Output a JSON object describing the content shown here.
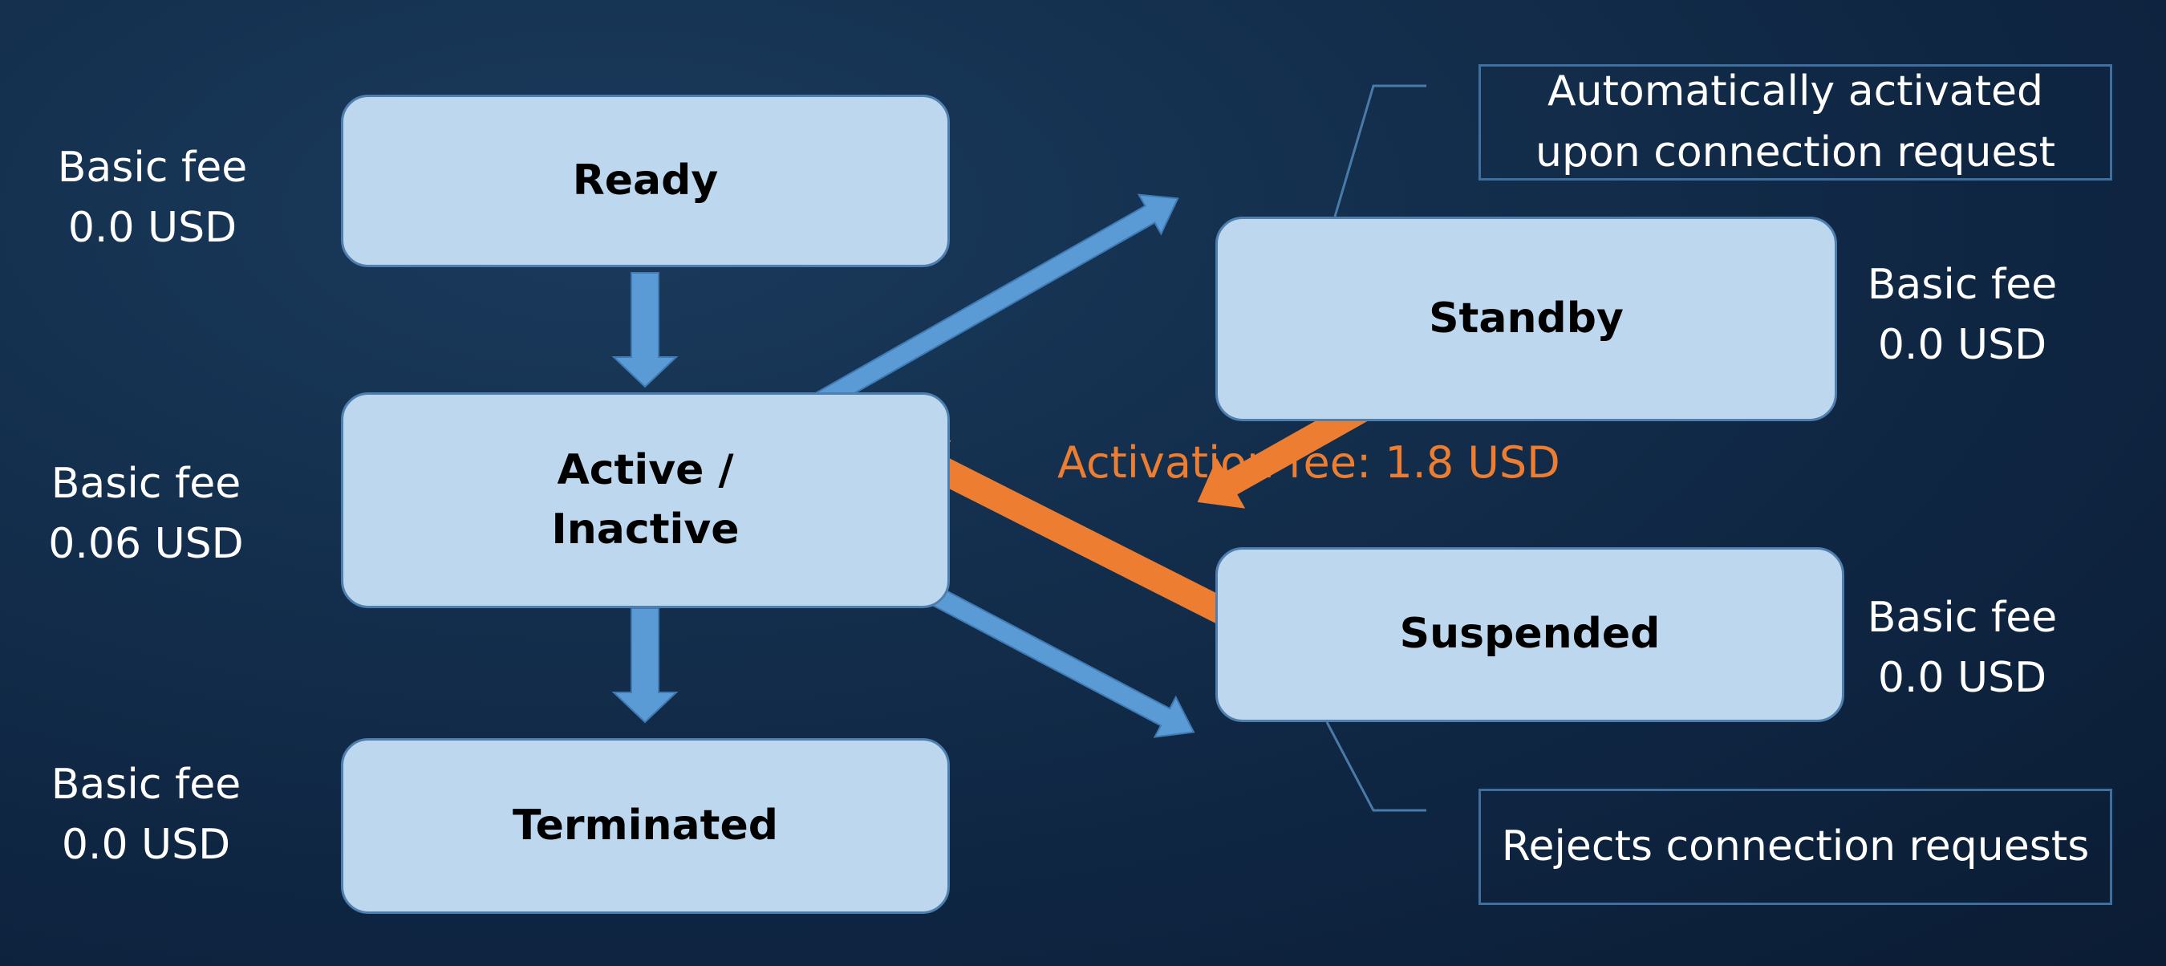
{
  "states": {
    "ready": {
      "label": "Ready",
      "fee_label": "Basic fee",
      "fee_value": "0.0 USD"
    },
    "active": {
      "label_line1": "Active /",
      "label_line2": "Inactive",
      "fee_label": "Basic fee",
      "fee_value": "0.06 USD"
    },
    "terminated": {
      "label": "Terminated",
      "fee_label": "Basic fee",
      "fee_value": "0.0 USD"
    },
    "standby": {
      "label": "Standby",
      "fee_label": "Basic fee",
      "fee_value": "0.0 USD"
    },
    "suspended": {
      "label": "Suspended",
      "fee_label": "Basic fee",
      "fee_value": "0.0 USD"
    }
  },
  "callouts": {
    "standby_note_line1": "Automatically activated",
    "standby_note_line2": "upon connection request",
    "suspended_note": "Rejects connection requests"
  },
  "activation_fee": "Activation fee: 1.8 USD",
  "colors": {
    "box_fill": "#bdd7ee",
    "box_border": "#4f7fae",
    "blue_arrow": "#5b9bd5",
    "orange_arrow": "#ed7d31",
    "callout_border": "#3f6f9f",
    "text_light": "#ffffff"
  }
}
